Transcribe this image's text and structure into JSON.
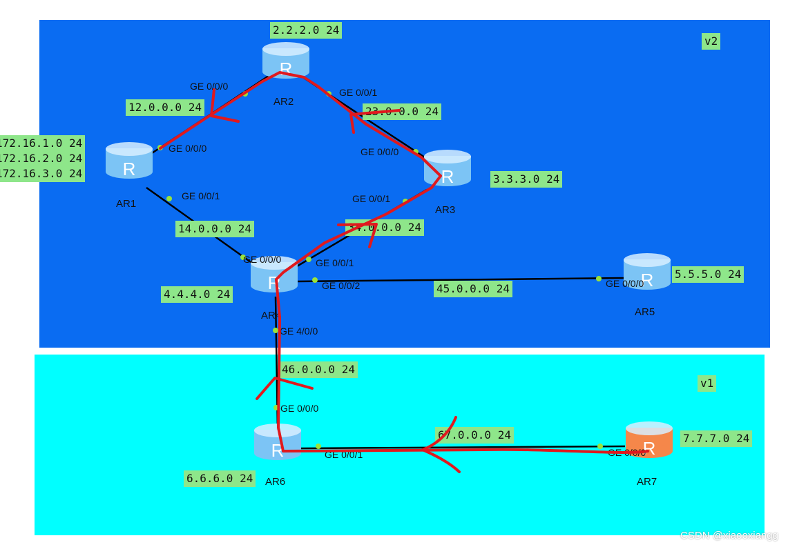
{
  "areas": {
    "v2": "v2",
    "v1": "v1"
  },
  "routers": [
    {
      "name": "AR1",
      "color": "#7cc4f5"
    },
    {
      "name": "AR2",
      "color": "#7cc4f5"
    },
    {
      "name": "AR3",
      "color": "#7cc4f5"
    },
    {
      "name": "AR4",
      "color": "#7cc4f5"
    },
    {
      "name": "AR5",
      "color": "#7cc4f5"
    },
    {
      "name": "AR6",
      "color": "#7cc4f5"
    },
    {
      "name": "AR7",
      "color": "#f5874a"
    }
  ],
  "router_glyph": "R",
  "subnets": {
    "ar2_loop": "2.2.2.0 24",
    "ar1_loops": "172.16.1.0 24\n172.16.2.0 24\n172.16.3.0 24",
    "ar3_loop": "3.3.3.0 24",
    "ar4_loop": "4.4.4.0 24",
    "ar5_loop": "5.5.5.0 24",
    "ar6_loop": "6.6.6.0 24",
    "ar7_loop": "7.7.7.0 24",
    "l12": "12.0.0.0 24",
    "l23": "23.0.0.0 24",
    "l14": "14.0.0.0 24",
    "l34": "34.0.0.0 24",
    "l45": "45.0.0.0 24",
    "l46": "46.0.0.0 24",
    "l67": "67.0.0.0 24"
  },
  "interfaces": {
    "ar2_g0": "GE 0/0/0",
    "ar2_g1": "GE 0/0/1",
    "ar1_g0": "GE 0/0/0",
    "ar1_g1": "GE 0/0/1",
    "ar3_g0": "GE 0/0/0",
    "ar3_g1": "GE 0/0/1",
    "ar4_g0": "GE 0/0/0",
    "ar4_g1": "GE 0/0/1",
    "ar4_g2": "GE 0/0/2",
    "ar4_g4": "GE 4/0/0",
    "ar5_g0": "GE 0/0/0",
    "ar6_g0": "GE 0/0/0",
    "ar6_g1": "GE 0/0/1",
    "ar7_g0": "GE 0/0/0"
  },
  "annotation_color": "#e0191e",
  "watermark": "CSDN @xiaooxiangg"
}
